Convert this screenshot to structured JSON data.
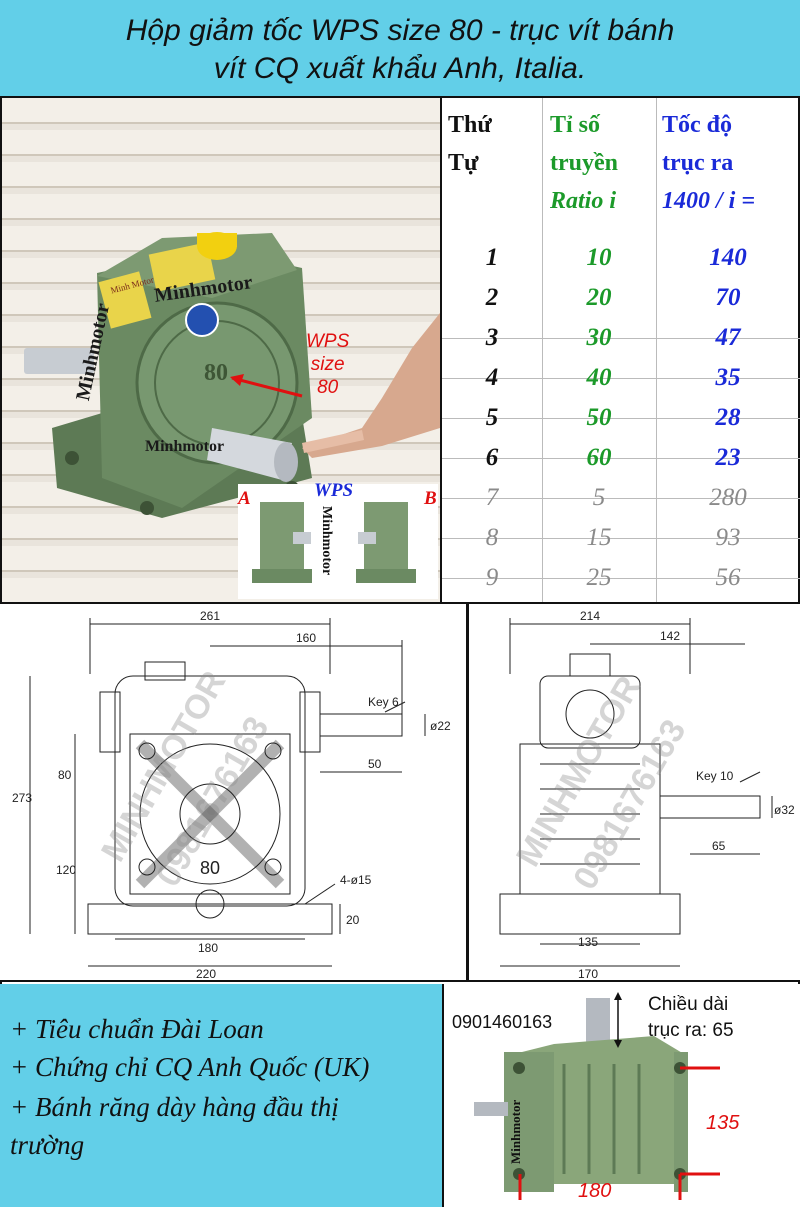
{
  "header": {
    "title_line1": "Hộp giảm tốc WPS size 80 - trục vít bánh",
    "title_line2": "vít CQ xuất khẩu Anh, Italia."
  },
  "photo": {
    "brand_label": "Minhmotor",
    "brand_plate": "Minh Motor",
    "wps_label_line1": "WPS",
    "wps_label_line2": "size",
    "wps_label_line3": "80",
    "cast_number": "80",
    "inset_wps": "WPS",
    "inset_a": "A",
    "inset_b": "B",
    "colors": {
      "housing": "#6b8a62",
      "accent_red": "#e01010",
      "accent_blue": "#1a2ad8"
    }
  },
  "table": {
    "headers": [
      {
        "line1": "Thứ",
        "line2": "Tự",
        "line3": ""
      },
      {
        "line1": "Tỉ số",
        "line2": "truyền",
        "line3": "Ratio i"
      },
      {
        "line1": "Tốc độ",
        "line2": "trục ra",
        "line3": "1400 / i ="
      }
    ],
    "rows": [
      {
        "index": "1",
        "ratio": "10",
        "speed": "140",
        "muted": false
      },
      {
        "index": "2",
        "ratio": "20",
        "speed": "70",
        "muted": false
      },
      {
        "index": "3",
        "ratio": "30",
        "speed": "47",
        "muted": false
      },
      {
        "index": "4",
        "ratio": "40",
        "speed": "35",
        "muted": false
      },
      {
        "index": "5",
        "ratio": "50",
        "speed": "28",
        "muted": false
      },
      {
        "index": "6",
        "ratio": "60",
        "speed": "23",
        "muted": false
      },
      {
        "index": "7",
        "ratio": "5",
        "speed": "280",
        "muted": true
      },
      {
        "index": "8",
        "ratio": "15",
        "speed": "93",
        "muted": true
      },
      {
        "index": "9",
        "ratio": "25",
        "speed": "56",
        "muted": true
      }
    ],
    "colors": {
      "index": "#111111",
      "ratio": "#1c9a2a",
      "speed": "#1a2ad8",
      "muted": "#8a8a8a"
    }
  },
  "drawing_left": {
    "dims": {
      "d261": "261",
      "d160": "160",
      "key": "Key 6",
      "phi22": "ø22",
      "d50": "50",
      "d273": "273",
      "d80": "80",
      "d120": "120",
      "holes": "4-ø15",
      "d20": "20",
      "d180": "180",
      "d220": "220",
      "center_num": "80"
    },
    "watermark1": "MINHMOTOR",
    "watermark2": "0981676163"
  },
  "drawing_right": {
    "dims": {
      "d214": "214",
      "d142": "142",
      "key": "Key 10",
      "phi32": "ø32",
      "d65": "65",
      "d135": "135",
      "d170": "170"
    },
    "watermark1": "MINHMOTOR",
    "watermark2": "0981676163"
  },
  "features": {
    "items": [
      "+ Tiêu chuẩn Đài Loan",
      "+ Chứng chỉ CQ Anh Quốc (UK)",
      "+ Bánh răng dày hàng đầu thị",
      "trường"
    ]
  },
  "product2": {
    "phone": "0901460163",
    "shaft_label_line1": "Chiều dài",
    "shaft_label_line2": "trục ra: 65",
    "dim_135": "135",
    "dim_180": "180",
    "brand": "Minhmotor"
  }
}
